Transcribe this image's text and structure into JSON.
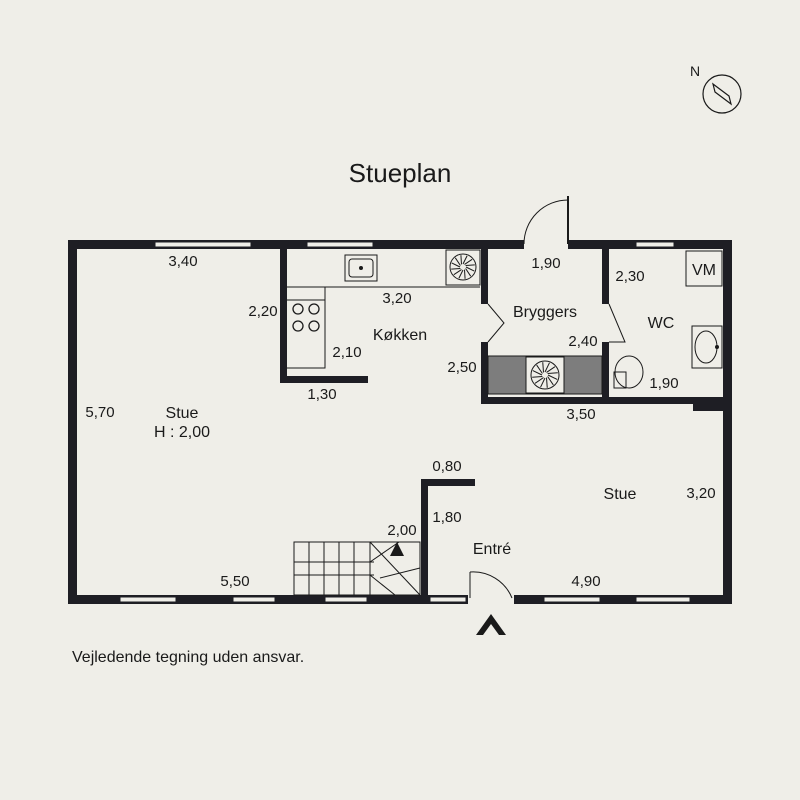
{
  "title": "Stueplan",
  "disclaimer": "Vejledende tegning uden ansvar.",
  "compass": {
    "label": "N"
  },
  "rooms": {
    "stue_main": "Stue",
    "stue_height": "H : 2,00",
    "kokken": "Køkken",
    "bryggers": "Bryggers",
    "wc": "WC",
    "vm": "VM",
    "stue_right": "Stue",
    "entre": "Entré"
  },
  "dimensions": {
    "stue_top": "3,40",
    "kokken_left": "2,20",
    "kokken_top": "3,20",
    "kokken_inner": "2,10",
    "kokken_bottom": "1,30",
    "bryggers_top": "1,90",
    "bryggers_left": "2,50",
    "bryggers_right": "2,40",
    "bryggers_bottom": "3,50",
    "wc_left": "2,30",
    "wc_bottom": "1,90",
    "stue_left": "5,70",
    "stue_bottom": "5,50",
    "stair": "2,00",
    "entre_top": "0,80",
    "entre_left": "1,80",
    "stue_right_right": "3,20",
    "stue_right_bottom": "4,90"
  },
  "colors": {
    "wall": "#1e1e24",
    "background": "#efeee8",
    "appliance_band": "#7d7d7d"
  }
}
